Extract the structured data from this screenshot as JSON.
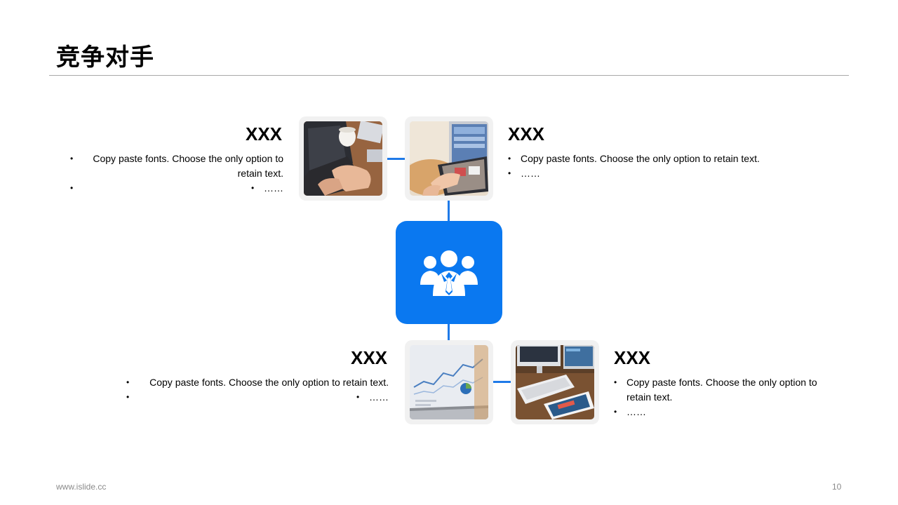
{
  "slide": {
    "title": "竞争对手",
    "footer_url": "www.islide.cc",
    "page_number": "10"
  },
  "colors": {
    "accent": "#0a78f0",
    "connector": "#1f7ae8",
    "rule": "#a8a8a8",
    "frame": "#f1f1f1"
  },
  "center": {
    "icon": "team-people-icon"
  },
  "items": [
    {
      "heading": "XXX",
      "bullets": [
        "Copy paste fonts. Choose the only option to retain text.",
        "……"
      ],
      "photo": "laptop-typing-photo"
    },
    {
      "heading": "XXX",
      "bullets": [
        "Copy paste fonts. Choose the only option to retain text.",
        "……"
      ],
      "photo": "tablet-hands-photo"
    },
    {
      "heading": "XXX",
      "bullets": [
        "Copy paste fonts. Choose the only option to retain text.",
        "……"
      ],
      "photo": "laptop-chart-photo"
    },
    {
      "heading": "XXX",
      "bullets": [
        "Copy paste fonts. Choose the only option to retain text.",
        "……"
      ],
      "photo": "desktop-keyboard-photo"
    }
  ]
}
